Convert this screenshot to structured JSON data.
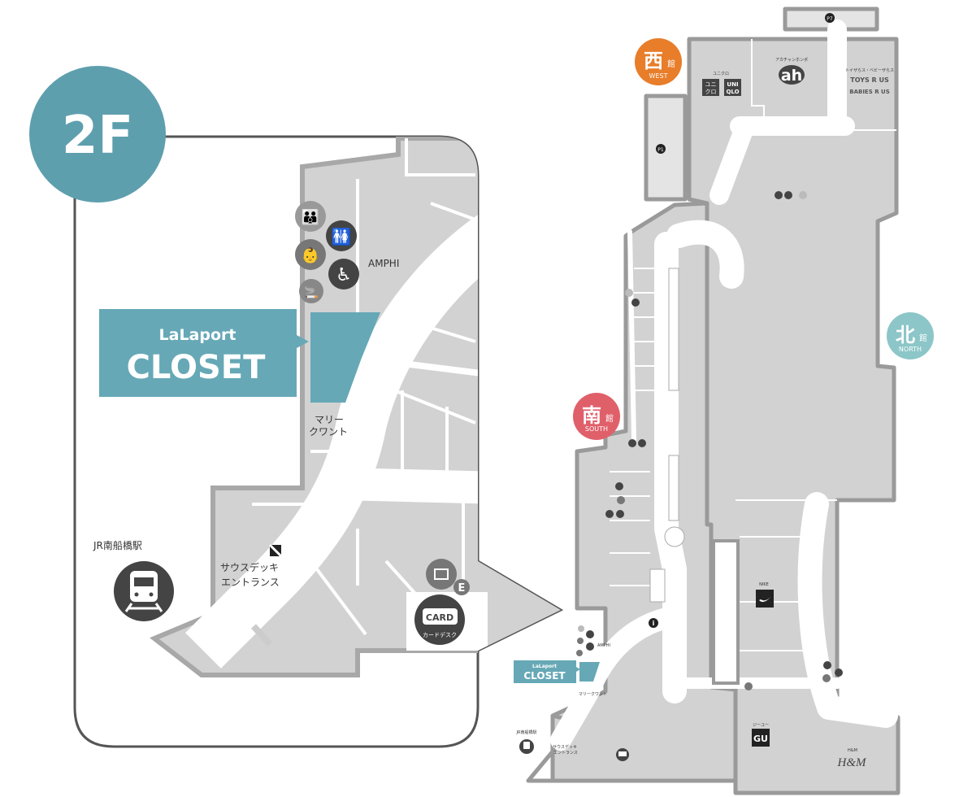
{
  "floor": {
    "label": "2F",
    "color": "#5e9fae"
  },
  "wings": {
    "west": {
      "kanji": "西",
      "suffix": "館",
      "en": "WEST",
      "color": "#e87d2a"
    },
    "south": {
      "kanji": "南",
      "suffix": "館",
      "en": "SOUTH",
      "color": "#e0606a"
    },
    "north": {
      "kanji": "北",
      "suffix": "館",
      "en": "NORTH",
      "color": "#8cc6c8"
    }
  },
  "inset": {
    "highlight_store": {
      "line1": "LaLaport",
      "line2": "CLOSET",
      "color": "#66a8b6"
    },
    "amphi": "AMPHI",
    "mary_quant": [
      "マリー",
      "クワント"
    ],
    "station": "JR南船橋駅",
    "south_deck": [
      "サウスデッキ",
      "エントランス"
    ],
    "card_desk": {
      "badge": "CARD",
      "label": "カードデスク"
    },
    "e_badge": "E"
  },
  "overview": {
    "stores": {
      "uniqlo_kana": "ユニクロ",
      "uniqlo_logo": [
        "ユニ",
        "クロ",
        "UNI",
        "QLO"
      ],
      "akachan_kana": "アカチャンホンポ",
      "akachan_logo": "ah",
      "toys_kana": "トイザらス・ベビーザらス",
      "toys_logo": "TOYS R US",
      "babies_logo": "BABIES R US",
      "nike_label": "NIKE",
      "gu_kana": "ジーユー",
      "gu_logo": "GU",
      "hm_label": "H&M",
      "hm_logo": "H&M"
    },
    "parking": [
      "P1",
      "P7"
    ],
    "mini_closet": [
      "LaLaport",
      "CLOSET"
    ],
    "mini_amphi": "AMPHI",
    "mini_mary": "マリークワント",
    "mini_station": "JR南船橋駅",
    "mini_deck": [
      "サウスデッキ",
      "エントランス"
    ]
  }
}
